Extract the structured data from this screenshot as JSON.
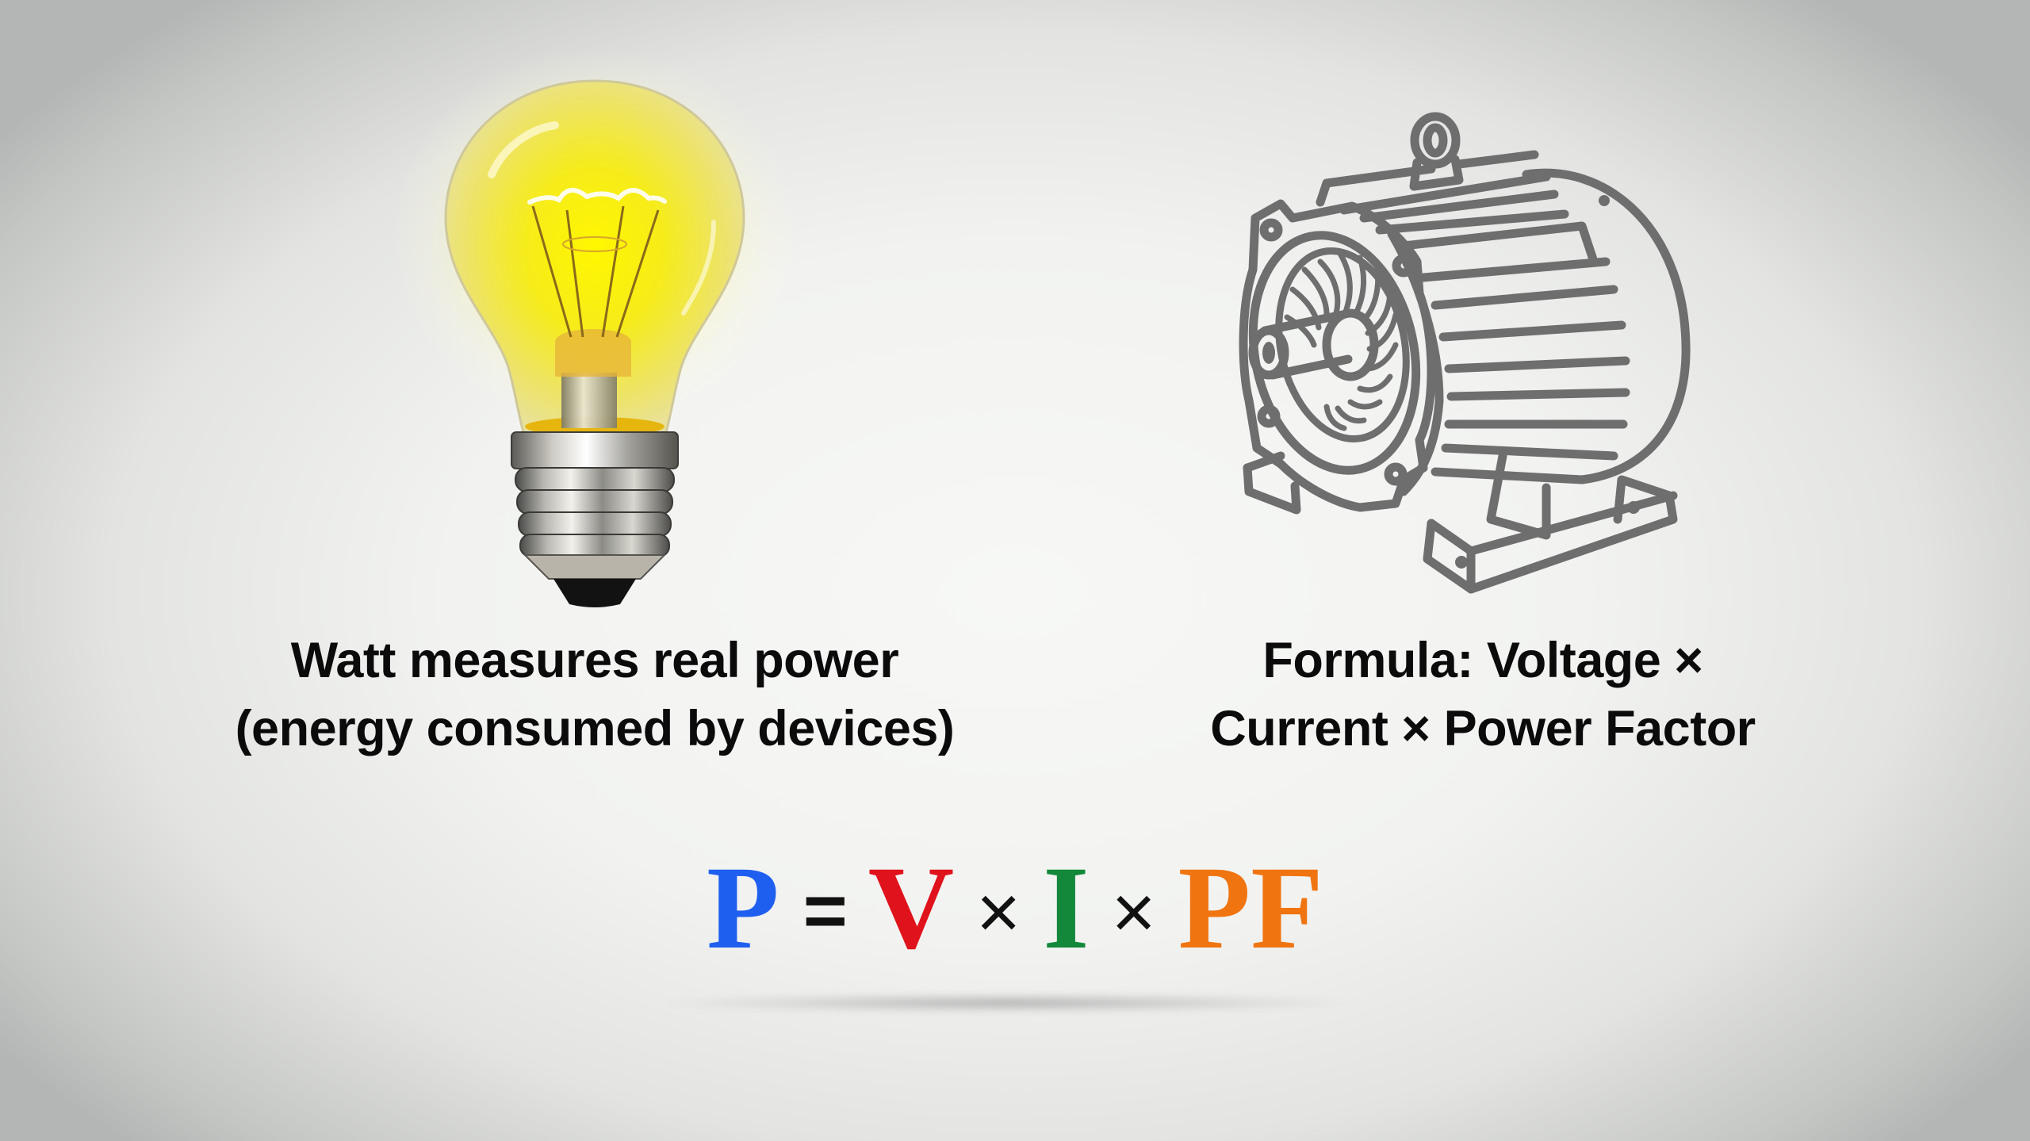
{
  "slide": {
    "background": {
      "center": "#f7f8f6",
      "edge": "#b4b6b5"
    }
  },
  "left_panel": {
    "illustration": "incandescent-light-bulb",
    "glow_color": "#fff06a",
    "caption": {
      "line1": "Watt measures real power",
      "line2": "(energy consumed by devices)"
    }
  },
  "right_panel": {
    "illustration": "electric-motor-line-drawing",
    "stroke_color": "#6e6e6e",
    "caption": {
      "line1": "Formula: Voltage ×",
      "line2": "Current × Power Factor"
    }
  },
  "formula": {
    "terms": [
      {
        "symbol": "P",
        "meaning": "Power",
        "color": "#1f5ff0"
      },
      {
        "symbol": "V",
        "meaning": "Voltage",
        "color": "#e0121b"
      },
      {
        "symbol": "I",
        "meaning": "Current",
        "color": "#13883a"
      },
      {
        "symbol": "PF",
        "meaning": "Power Factor",
        "color": "#f07410"
      }
    ],
    "equals": "=",
    "times": "×"
  }
}
